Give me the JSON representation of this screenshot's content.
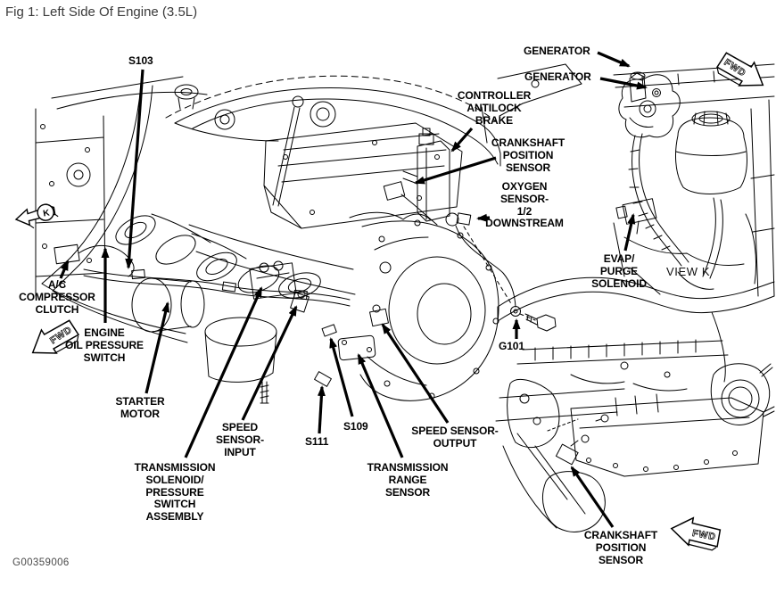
{
  "figure": {
    "title": "Fig 1: Left Side Of Engine (3.5L)",
    "figure_code": "G00359006",
    "fwd_label": "FWD",
    "view_k": {
      "label": "VIEW K",
      "circle_letter": "K"
    }
  },
  "colors": {
    "background": "#ffffff",
    "line_art": "#000000",
    "label_text": "#000000",
    "title_text": "#3a3a3a"
  },
  "labels": [
    {
      "id": "s103",
      "text": "S103"
    },
    {
      "id": "generator-upper",
      "text": "GENERATOR"
    },
    {
      "id": "generator-lower",
      "text": "GENERATOR"
    },
    {
      "id": "controller-antilock-brake",
      "text": "CONTROLLER\nANTILOCK\nBRAKE"
    },
    {
      "id": "crankshaft-position-sensor-upper",
      "text": "CRANKSHAFT\nPOSITION\nSENSOR"
    },
    {
      "id": "oxygen-sensor-downstream",
      "text": "OXYGEN\nSENSOR-\n1/2\nDOWNSTREAM"
    },
    {
      "id": "evap-purge-solenoid",
      "text": "EVAP/\nPURGE\nSOLENOID"
    },
    {
      "id": "g101",
      "text": "G101"
    },
    {
      "id": "ac-compressor-clutch",
      "text": "A/C\nCOMPRESSOR\nCLUTCH"
    },
    {
      "id": "engine-oil-pressure-switch",
      "text": "ENGINE\nOIL PRESSURE\nSWITCH"
    },
    {
      "id": "starter-motor",
      "text": "STARTER\nMOTOR"
    },
    {
      "id": "speed-sensor-input",
      "text": "SPEED\nSENSOR-\nINPUT"
    },
    {
      "id": "s111",
      "text": "S111"
    },
    {
      "id": "s109",
      "text": "S109"
    },
    {
      "id": "speed-sensor-output",
      "text": "SPEED SENSOR-\nOUTPUT"
    },
    {
      "id": "transmission-solenoid-assembly",
      "text": "TRANSMISSION\nSOLENOID/\nPRESSURE\nSWITCH\nASSEMBLY"
    },
    {
      "id": "transmission-range-sensor",
      "text": "TRANSMISSION\nRANGE\nSENSOR"
    },
    {
      "id": "crankshaft-position-sensor-lower",
      "text": "CRANKSHAFT\nPOSITION\nSENSOR"
    }
  ]
}
